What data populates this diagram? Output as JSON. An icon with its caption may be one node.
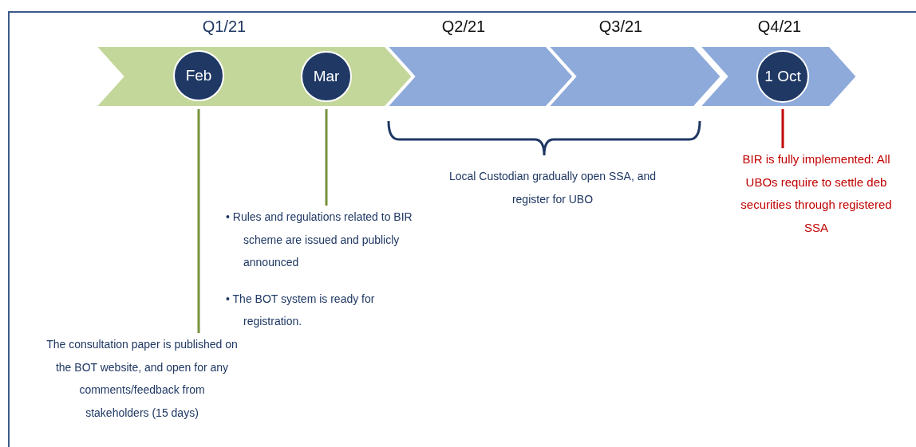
{
  "diagram": {
    "nodes": [
      {
        "text": [
          "Q1/21"
        ]
      },
      {
        "text": [
          "Feb"
        ],
        "in": 0
      },
      {
        "text": [
          "Mar"
        ],
        "in": 0
      },
      {
        "text": [
          "Q2/21"
        ]
      },
      {
        "text": [
          "Q3/21"
        ]
      },
      {
        "text": [
          "Q4/21"
        ]
      },
      {
        "text": [
          "1 Oct"
        ],
        "in": 5
      },
      {
        "text": [
          "The consultation paper is published on the BOT website, and open for any comments/feedback from stakeholders (15 days)"
        ]
      },
      {
        "text": [
          "• Rules and regulations related to BIR scheme are issued and publicly announced",
          "• The BOT system is ready for registration."
        ]
      },
      {
        "text": [
          "BIR is fully implemented: All UBOs require to settle deb securities through registered SSA"
        ]
      }
    ],
    "edges": [
      {
        "from": 1,
        "to": 7,
        "arrow": "none"
      },
      {
        "from": 2,
        "to": 8,
        "arrow": "none"
      },
      {
        "from": 6,
        "to": 9,
        "arrow": "none",
        "color": "#c00000"
      }
    ],
    "labels": [
      "Local Custodian gradually open SSA, and register for UBO"
    ]
  }
}
